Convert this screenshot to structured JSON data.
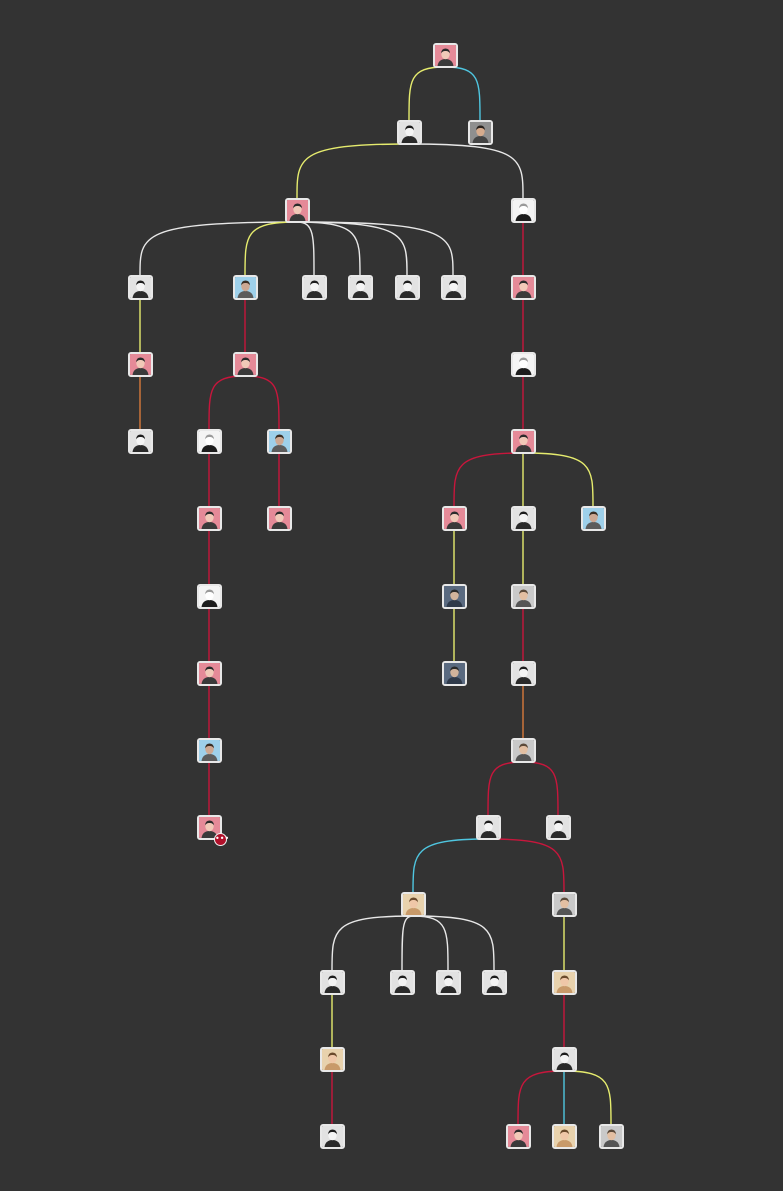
{
  "palette": {
    "background": "#333333",
    "edge_white": "#e8e8e8",
    "edge_yellow": "#e6ec6e",
    "edge_cyan": "#4fc6e0",
    "edge_red": "#c8163c",
    "edge_orange": "#d87a3a",
    "node_border": "#e8e8e8"
  },
  "avatar_styles": {
    "pink": {
      "bg": "#e58a98",
      "face": "#f1c9b8",
      "hair": "#2b2b2b",
      "body": "#3a3a3a"
    },
    "bw": {
      "bg": "#e2e2e2",
      "face": "#f4f4f4",
      "hair": "#1c1c1c",
      "body": "#2a2a2a"
    },
    "dark": {
      "bg": "#8f8f8f",
      "face": "#d6ab8d",
      "hair": "#2a2420",
      "body": "#444444"
    },
    "white": {
      "bg": "#f4f4f4",
      "face": "#ffffff",
      "hair": "#9a9a9a",
      "body": "#1d1d1d"
    },
    "blue": {
      "bg": "#9ed0ea",
      "face": "#cda893",
      "hair": "#3b2e24",
      "body": "#5c5c5c"
    },
    "photo": {
      "bg": "#5a6a80",
      "face": "#d1b39c",
      "hair": "#2a2a2a",
      "body": "#2f3a4a"
    },
    "warm": {
      "bg": "#e8d2ad",
      "face": "#efc7a8",
      "hair": "#6a4a2c",
      "body": "#c89a6a"
    },
    "head": {
      "bg": "#c9c9c9",
      "face": "#e3bfa2",
      "hair": "#5b4a3a",
      "body": "#555555"
    }
  },
  "nodes": [
    {
      "id": "root",
      "avatar": "pink"
    },
    {
      "id": "n2a",
      "avatar": "bw"
    },
    {
      "id": "n2b",
      "avatar": "dark"
    },
    {
      "id": "n3a",
      "avatar": "pink"
    },
    {
      "id": "n3b",
      "avatar": "white"
    },
    {
      "id": "n4a",
      "avatar": "bw"
    },
    {
      "id": "n4b",
      "avatar": "blue"
    },
    {
      "id": "n4c",
      "avatar": "bw"
    },
    {
      "id": "n4d",
      "avatar": "bw"
    },
    {
      "id": "n4e",
      "avatar": "bw"
    },
    {
      "id": "n4f",
      "avatar": "bw"
    },
    {
      "id": "n4g",
      "avatar": "pink"
    },
    {
      "id": "n5a",
      "avatar": "pink"
    },
    {
      "id": "n5b",
      "avatar": "pink"
    },
    {
      "id": "n5c",
      "avatar": "white"
    },
    {
      "id": "n6a",
      "avatar": "bw"
    },
    {
      "id": "n6b",
      "avatar": "white"
    },
    {
      "id": "n6c",
      "avatar": "blue"
    },
    {
      "id": "n6d",
      "avatar": "pink"
    },
    {
      "id": "n7a",
      "avatar": "pink"
    },
    {
      "id": "n7b",
      "avatar": "pink"
    },
    {
      "id": "n7c",
      "avatar": "pink"
    },
    {
      "id": "n7d",
      "avatar": "bw"
    },
    {
      "id": "n7e",
      "avatar": "blue"
    },
    {
      "id": "n8a",
      "avatar": "white"
    },
    {
      "id": "n8b",
      "avatar": "photo"
    },
    {
      "id": "n8c",
      "avatar": "head"
    },
    {
      "id": "n9a",
      "avatar": "pink"
    },
    {
      "id": "n9b",
      "avatar": "photo"
    },
    {
      "id": "n9c",
      "avatar": "bw"
    },
    {
      "id": "n10a",
      "avatar": "blue"
    },
    {
      "id": "n10b",
      "avatar": "head"
    },
    {
      "id": "n11a",
      "avatar": "pink",
      "has_more": true
    },
    {
      "id": "n11b",
      "avatar": "bw"
    },
    {
      "id": "n11c",
      "avatar": "bw"
    },
    {
      "id": "n12a",
      "avatar": "warm"
    },
    {
      "id": "n12b",
      "avatar": "head"
    },
    {
      "id": "n13a",
      "avatar": "bw"
    },
    {
      "id": "n13b",
      "avatar": "bw"
    },
    {
      "id": "n13c",
      "avatar": "bw"
    },
    {
      "id": "n13d",
      "avatar": "bw"
    },
    {
      "id": "n13e",
      "avatar": "warm"
    },
    {
      "id": "n14a",
      "avatar": "warm"
    },
    {
      "id": "n14b",
      "avatar": "bw"
    },
    {
      "id": "n15a",
      "avatar": "bw"
    },
    {
      "id": "n15b",
      "avatar": "pink"
    },
    {
      "id": "n15c",
      "avatar": "warm"
    },
    {
      "id": "n15d",
      "avatar": "head"
    }
  ],
  "edges": [
    {
      "from": "root",
      "to": "n2a",
      "color": "yellow"
    },
    {
      "from": "root",
      "to": "n2b",
      "color": "cyan"
    },
    {
      "from": "n2a",
      "to": "n3a",
      "color": "yellow"
    },
    {
      "from": "n2a",
      "to": "n3b",
      "color": "white"
    },
    {
      "from": "n3a",
      "to": "n4a",
      "color": "white"
    },
    {
      "from": "n3a",
      "to": "n4b",
      "color": "yellow"
    },
    {
      "from": "n3a",
      "to": "n4c",
      "color": "white"
    },
    {
      "from": "n3a",
      "to": "n4d",
      "color": "white"
    },
    {
      "from": "n3a",
      "to": "n4e",
      "color": "white"
    },
    {
      "from": "n3a",
      "to": "n4f",
      "color": "white"
    },
    {
      "from": "n3b",
      "to": "n4g",
      "color": "red"
    },
    {
      "from": "n4a",
      "to": "n5a",
      "color": "yellow"
    },
    {
      "from": "n4b",
      "to": "n5b",
      "color": "red"
    },
    {
      "from": "n4g",
      "to": "n5c",
      "color": "red"
    },
    {
      "from": "n5a",
      "to": "n6a",
      "color": "orange"
    },
    {
      "from": "n5b",
      "to": "n6b",
      "color": "red"
    },
    {
      "from": "n5b",
      "to": "n6c",
      "color": "red"
    },
    {
      "from": "n5c",
      "to": "n6d",
      "color": "red"
    },
    {
      "from": "n6b",
      "to": "n7a",
      "color": "red"
    },
    {
      "from": "n6c",
      "to": "n7b",
      "color": "red"
    },
    {
      "from": "n6d",
      "to": "n7c",
      "color": "red"
    },
    {
      "from": "n6d",
      "to": "n7d",
      "color": "yellow"
    },
    {
      "from": "n6d",
      "to": "n7e",
      "color": "yellow"
    },
    {
      "from": "n7a",
      "to": "n8a",
      "color": "red"
    },
    {
      "from": "n7c",
      "to": "n8b",
      "color": "yellow"
    },
    {
      "from": "n7d",
      "to": "n8c",
      "color": "yellow"
    },
    {
      "from": "n8a",
      "to": "n9a",
      "color": "red"
    },
    {
      "from": "n8b",
      "to": "n9b",
      "color": "yellow"
    },
    {
      "from": "n8c",
      "to": "n9c",
      "color": "red"
    },
    {
      "from": "n9a",
      "to": "n10a",
      "color": "red"
    },
    {
      "from": "n9c",
      "to": "n10b",
      "color": "orange"
    },
    {
      "from": "n10a",
      "to": "n11a",
      "color": "red"
    },
    {
      "from": "n10b",
      "to": "n11b",
      "color": "red"
    },
    {
      "from": "n10b",
      "to": "n11c",
      "color": "red"
    },
    {
      "from": "n11b",
      "to": "n12a",
      "color": "cyan"
    },
    {
      "from": "n11b",
      "to": "n12b",
      "color": "red"
    },
    {
      "from": "n12a",
      "to": "n13a",
      "color": "white"
    },
    {
      "from": "n12a",
      "to": "n13b",
      "color": "white"
    },
    {
      "from": "n12a",
      "to": "n13c",
      "color": "white"
    },
    {
      "from": "n12a",
      "to": "n13d",
      "color": "white"
    },
    {
      "from": "n12b",
      "to": "n13e",
      "color": "yellow"
    },
    {
      "from": "n13a",
      "to": "n14a",
      "color": "yellow"
    },
    {
      "from": "n13e",
      "to": "n14b",
      "color": "red"
    },
    {
      "from": "n14a",
      "to": "n15a",
      "color": "red"
    },
    {
      "from": "n14b",
      "to": "n15b",
      "color": "red"
    },
    {
      "from": "n14b",
      "to": "n15c",
      "color": "cyan"
    },
    {
      "from": "n14b",
      "to": "n15d",
      "color": "yellow"
    }
  ],
  "more_badge": {
    "node": "n11a",
    "icon": "more-dots-icon",
    "glyph": "•••"
  }
}
